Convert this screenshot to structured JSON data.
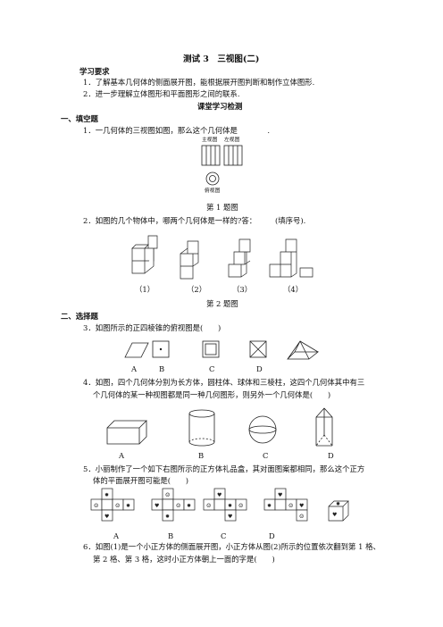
{
  "title": "测试 3　三视图(二)",
  "requirements": {
    "heading": "学习要求",
    "items": [
      "1．了解基本几何体的侧面展开图，能根据展开图判断和制作立体图形.",
      "2．进一步理解立体图形和平面图形之间的联系."
    ]
  },
  "check_heading": "课堂学习检测",
  "section1": {
    "heading": "一、填空题",
    "q1": {
      "text": "1．一几何体的三视图如图，那么这个几何体是　　　　.",
      "fig_labels": {
        "front": "主视图",
        "left": "左视图",
        "top": "俯视图"
      },
      "caption": "第 1 题图"
    },
    "q2": {
      "text": "2．如图的几个物体中，哪两个几何体是一样的?答：　　　(填序号).",
      "fig_labels": [
        "（1）",
        "（2）",
        "（3）",
        "（4）"
      ],
      "caption": "第 2 题图"
    }
  },
  "section2": {
    "heading": "二、选择题",
    "q3": {
      "text": "3．如图所示的正四棱锥的俯视图是(　　)",
      "options": [
        "A",
        "B",
        "C",
        "D"
      ]
    },
    "q4": {
      "line1": "4．如图，四个几何体分别为长方体，圆柱体、球体和三棱柱，这四个几何体其中有三",
      "line2": "个几何体的某一种视图都是同一种几何图形，则另外一个几何体是(　　)",
      "options": [
        "A",
        "B",
        "C",
        "D"
      ]
    },
    "q5": {
      "line1": "5．小丽制作了一个如下右图所示的正方体礼品盒，其对面图案都相同，那么这个正方",
      "line2": "体的平面展开图可能是(　　)",
      "options": [
        "A",
        "B",
        "C",
        "D"
      ]
    },
    "q6": {
      "line1": "6．如图(1)是一个小正方体的侧面展开图，小正方体从图(2)所示的位置依次翻到第 1 格、",
      "line2": "第 2 格、第 3 格，这时小正方体朝上一面的字是(　　)"
    }
  }
}
